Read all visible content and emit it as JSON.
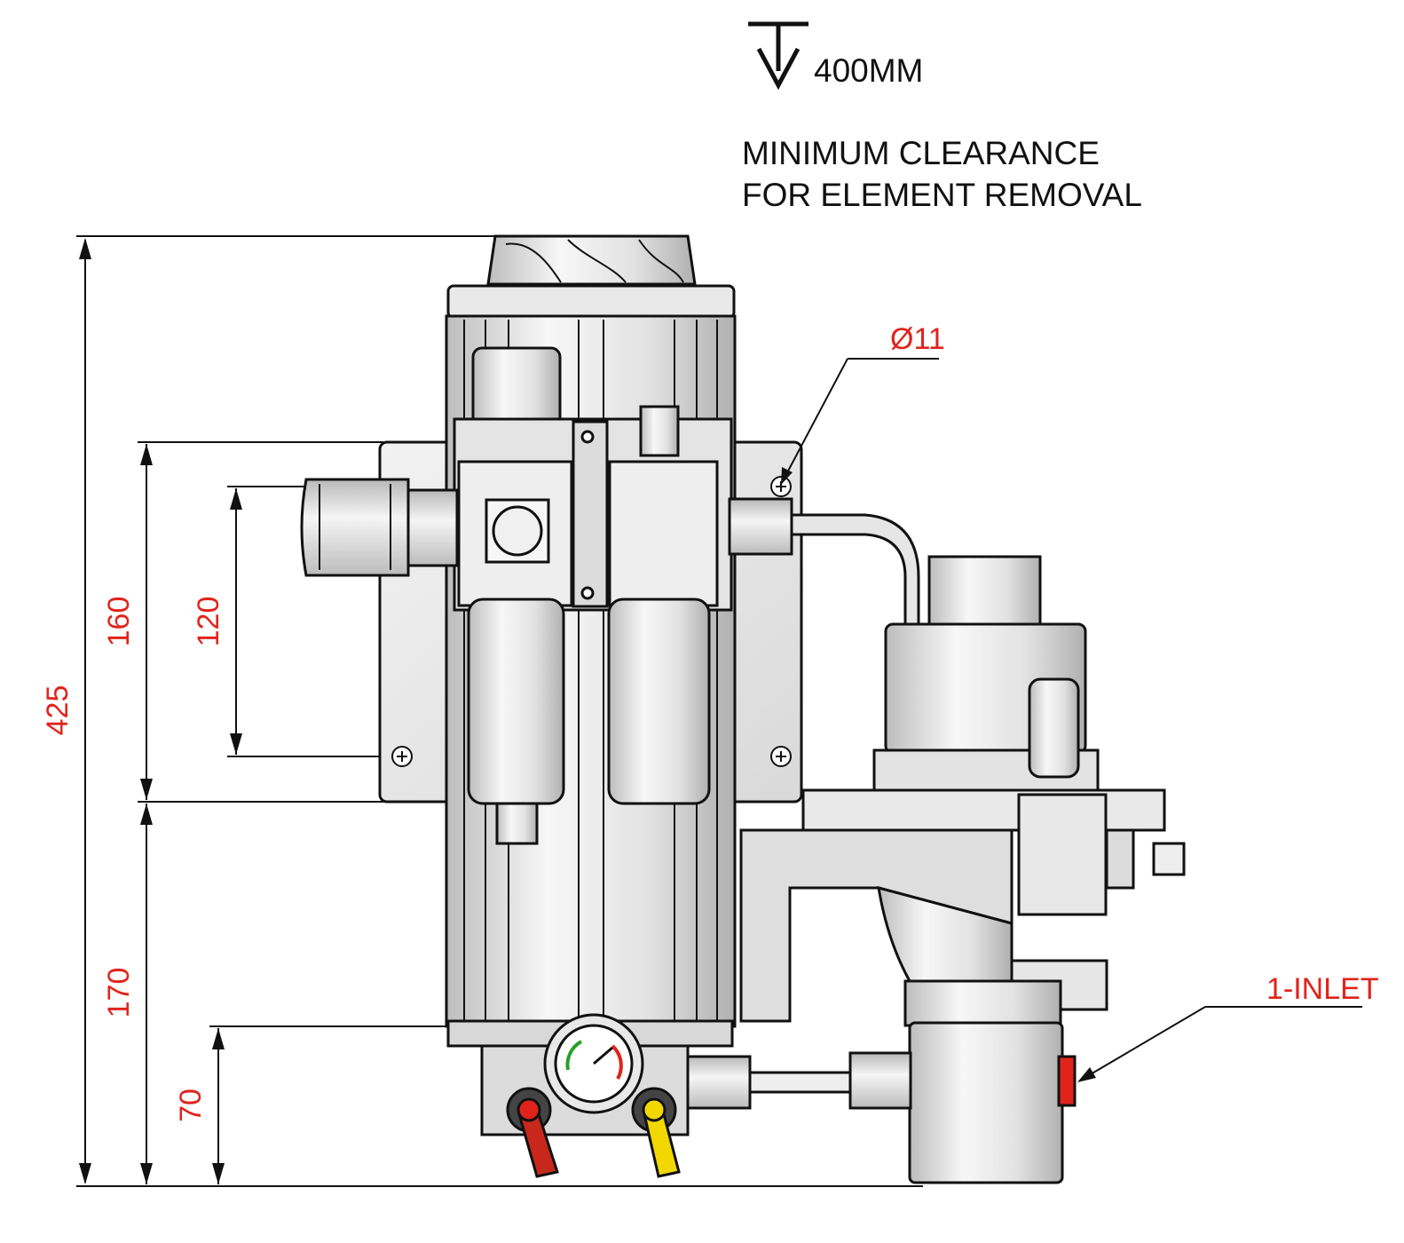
{
  "clearance": {
    "value": "400MM",
    "line1": "MINIMUM CLEARANCE",
    "line2": "FOR ELEMENT REMOVAL"
  },
  "dimensions": {
    "total_height": "425",
    "bracket_span": "160",
    "mount_hole_spacing": "120",
    "bracket_to_base": "170",
    "port_height": "70"
  },
  "callouts": {
    "hole_diameter": "Ø11",
    "inlet": "1-INLET"
  },
  "colors": {
    "dimension": "#e0241c",
    "line": "#111111",
    "metal_light": "#ededed",
    "metal_mid": "#cfcfcf",
    "lever_left": "#c8281c",
    "lever_right": "#f2d800"
  }
}
